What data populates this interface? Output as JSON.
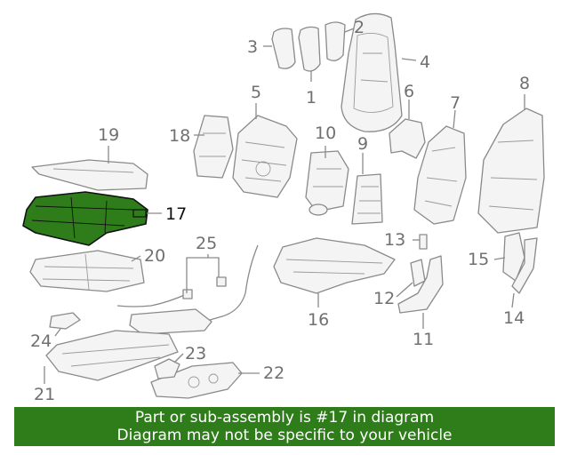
{
  "callouts": {
    "c1": "1",
    "c2": "2",
    "c3": "3",
    "c4": "4",
    "c5": "5",
    "c6": "6",
    "c7": "7",
    "c8": "8",
    "c9": "9",
    "c10": "10",
    "c11": "11",
    "c12": "12",
    "c13": "13",
    "c14": "14",
    "c15": "15",
    "c16": "16",
    "c17": "17",
    "c18": "18",
    "c19": "19",
    "c20": "20",
    "c21": "21",
    "c22": "22",
    "c23": "23",
    "c24": "24",
    "c25": "25"
  },
  "highlight": {
    "part": "17",
    "color": "#2e7d1a"
  },
  "banner": {
    "line1": "Part or sub-assembly is #17 in diagram",
    "line2": "Diagram may not be specific to your vehicle",
    "background": "#2e7d1a"
  }
}
